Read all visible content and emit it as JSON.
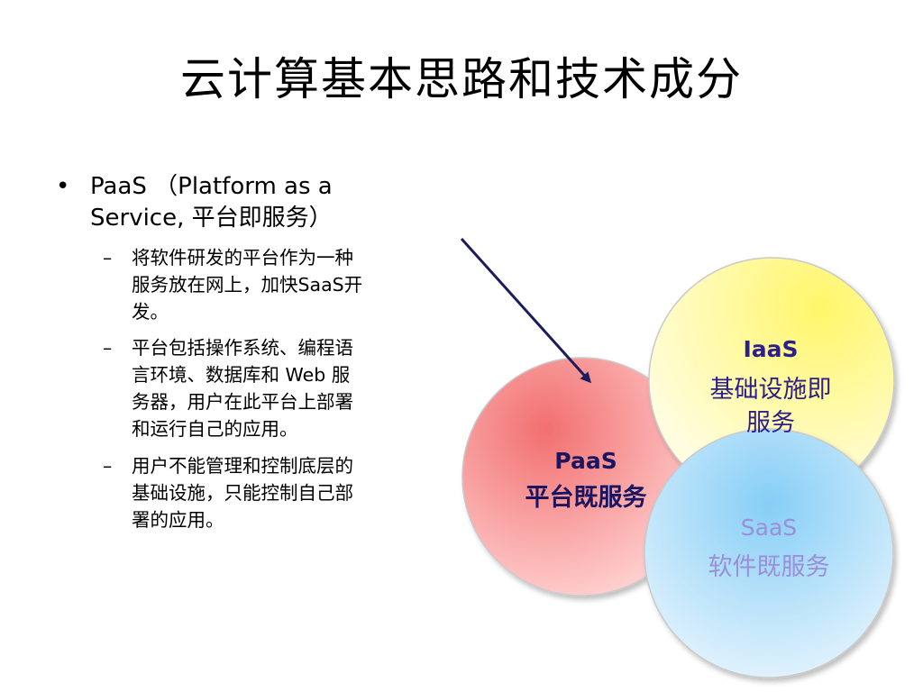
{
  "title": "云计算基本思路和技术成分",
  "bullet": {
    "marker": "•",
    "text_line1": "PaaS （Platform as a",
    "text_line2": "Service, 平台即服务）",
    "sub_marker": "–",
    "sub_items": [
      {
        "lines": [
          "将软件研发的平台作为一种",
          "服务放在网上，加快SaaS开",
          "发。"
        ]
      },
      {
        "lines": [
          "平台包括操作系统、编程语",
          "言环境、数据库和 Web 服",
          "务器，用户在此平台上部署",
          "和运行自己的应用。"
        ]
      },
      {
        "lines": [
          "用户不能管理和控制底层的",
          "基础设施，只能控制自己部",
          "署的应用。"
        ]
      }
    ]
  },
  "diagram": {
    "paas": {
      "name": "PaaS",
      "desc": "平台既服务",
      "text_color": "#1b1460",
      "fill": "#f48a8a"
    },
    "iaas": {
      "name": "IaaS",
      "desc_line1": "基础设施即",
      "desc_line2": "服务",
      "text_color": "#2e1e8a",
      "fill": "#fff46a"
    },
    "saas": {
      "name": "SaaS",
      "desc": "软件既服务",
      "text_color": "#9a8fd8",
      "fill": "#8fd0f4"
    },
    "arrow_color": "#1b1b5e"
  }
}
